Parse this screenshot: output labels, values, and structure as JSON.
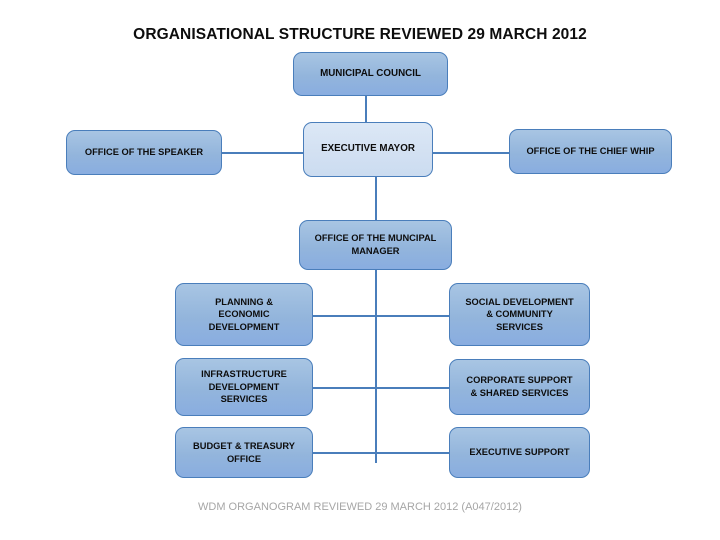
{
  "title": "ORGANISATIONAL STRUCTURE REVIEWED 29 MARCH 2012",
  "footer": "WDM ORGANOGRAM REVIEWED 29 MARCH\n2012 (A047/2012)",
  "colors": {
    "box_fill": "#93b5dc",
    "box_fill_light": "#d2e0f2",
    "box_border": "#4a7ebb",
    "connector": "#4a7ebb",
    "title_text": "#0d0d0d",
    "footer_text": "#a6a6a6",
    "background": "#ffffff"
  },
  "nodes": {
    "municipal_council": "MUNICIPAL COUNCIL",
    "executive_mayor": "EXECUTIVE MAYOR",
    "office_of_the_speaker": "OFFICE OF THE SPEAKER",
    "office_of_the_chief_whip": "OFFICE OF THE CHIEF WHIP",
    "office_of_the_municipal_manager": "OFFICE OF THE MUNCIPAL\nMANAGER",
    "planning_economic_development": "PLANNING &\nECONOMIC\nDEVELOPMENT",
    "social_development_community_services": "SOCIAL DEVELOPMENT\n& COMMUNITY\nSERVICES",
    "infrastructure_development_services": "INFRASTRUCTURE\nDEVELOPMENT\nSERVICES",
    "corporate_support_shared_services": "CORPORATE SUPPORT\n& SHARED SERVICES",
    "budget_treasury_office": "BUDGET & TREASURY\nOFFICE",
    "executive_support": "EXECUTIVE SUPPORT"
  },
  "chart_data": {
    "type": "diagram",
    "diagram_kind": "organisational-chart",
    "title": "ORGANISATIONAL STRUCTURE REVIEWED 29 MARCH 2012",
    "levels": [
      {
        "level": 1,
        "nodes": [
          "MUNICIPAL COUNCIL"
        ]
      },
      {
        "level": 2,
        "nodes": [
          "OFFICE OF THE SPEAKER",
          "EXECUTIVE MAYOR",
          "OFFICE OF THE CHIEF WHIP"
        ]
      },
      {
        "level": 3,
        "nodes": [
          "OFFICE OF THE MUNCIPAL MANAGER"
        ]
      },
      {
        "level": 4,
        "nodes": [
          "PLANNING & ECONOMIC DEVELOPMENT",
          "SOCIAL DEVELOPMENT & COMMUNITY SERVICES",
          "INFRASTRUCTURE DEVELOPMENT SERVICES",
          "CORPORATE SUPPORT & SHARED SERVICES",
          "BUDGET & TREASURY OFFICE",
          "EXECUTIVE SUPPORT"
        ]
      }
    ],
    "edges": [
      {
        "from": "MUNICIPAL COUNCIL",
        "to": "EXECUTIVE MAYOR"
      },
      {
        "from": "EXECUTIVE MAYOR",
        "to": "OFFICE OF THE SPEAKER"
      },
      {
        "from": "EXECUTIVE MAYOR",
        "to": "OFFICE OF THE CHIEF WHIP"
      },
      {
        "from": "EXECUTIVE MAYOR",
        "to": "OFFICE OF THE MUNCIPAL MANAGER"
      },
      {
        "from": "OFFICE OF THE MUNCIPAL MANAGER",
        "to": "PLANNING & ECONOMIC DEVELOPMENT"
      },
      {
        "from": "OFFICE OF THE MUNCIPAL MANAGER",
        "to": "SOCIAL DEVELOPMENT & COMMUNITY SERVICES"
      },
      {
        "from": "OFFICE OF THE MUNCIPAL MANAGER",
        "to": "INFRASTRUCTURE DEVELOPMENT SERVICES"
      },
      {
        "from": "OFFICE OF THE MUNCIPAL MANAGER",
        "to": "CORPORATE SUPPORT & SHARED SERVICES"
      },
      {
        "from": "OFFICE OF THE MUNCIPAL MANAGER",
        "to": "BUDGET & TREASURY OFFICE"
      },
      {
        "from": "OFFICE OF THE MUNCIPAL MANAGER",
        "to": "EXECUTIVE SUPPORT"
      }
    ],
    "footer_note": "WDM ORGANOGRAM REVIEWED 29 MARCH 2012 (A047/2012)"
  }
}
